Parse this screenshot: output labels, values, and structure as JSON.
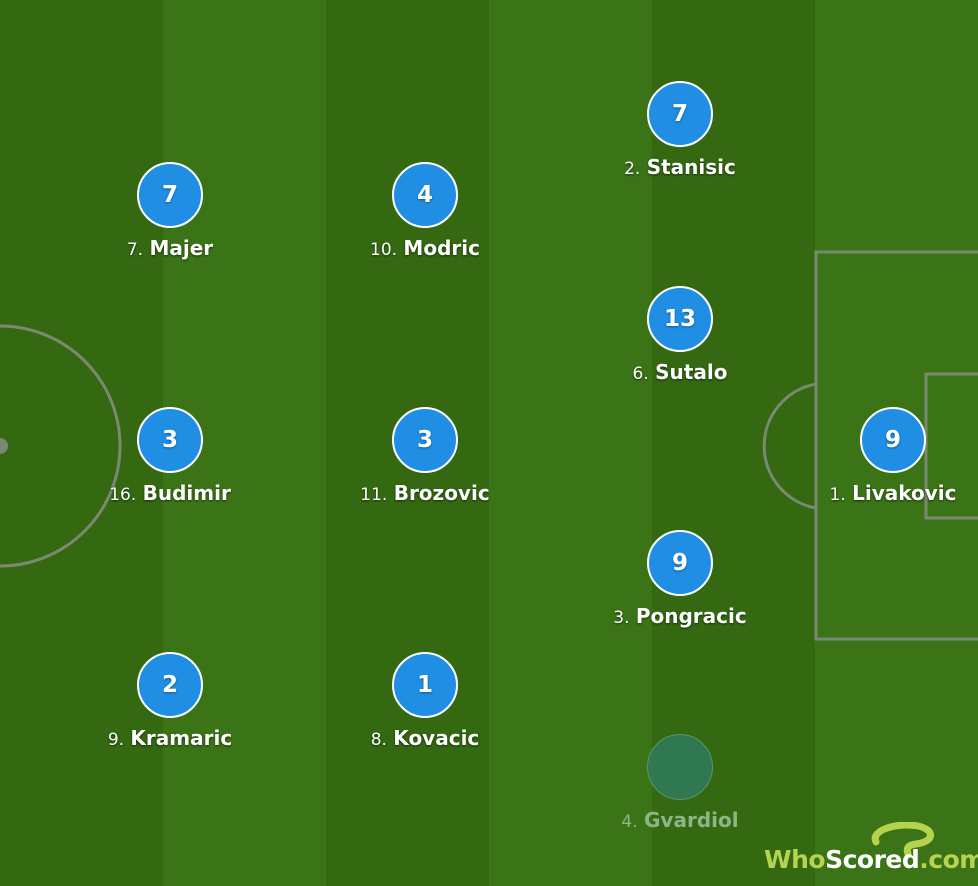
{
  "colors": {
    "badge": "#1f8ee3",
    "pitch_dark": "#346912",
    "pitch_light": "#3b7417",
    "logo_green": "#b6d34f"
  },
  "players": [
    {
      "rating": "7",
      "number": "7.",
      "name": "Majer"
    },
    {
      "rating": "3",
      "number": "16.",
      "name": "Budimir"
    },
    {
      "rating": "2",
      "number": "9.",
      "name": "Kramaric"
    },
    {
      "rating": "4",
      "number": "10.",
      "name": "Modric"
    },
    {
      "rating": "3",
      "number": "11.",
      "name": "Brozovic"
    },
    {
      "rating": "1",
      "number": "8.",
      "name": "Kovacic"
    },
    {
      "rating": "7",
      "number": "2.",
      "name": "Stanisic"
    },
    {
      "rating": "13",
      "number": "6.",
      "name": "Sutalo"
    },
    {
      "rating": "9",
      "number": "3.",
      "name": "Pongracic"
    },
    {
      "rating": "",
      "number": "4.",
      "name": "Gvardiol"
    },
    {
      "rating": "9",
      "number": "1.",
      "name": "Livakovic"
    }
  ],
  "logo": {
    "who": "Who",
    "scored": "Scored",
    "dotcom": ".com",
    "icon": "question-mark-logo-icon"
  }
}
